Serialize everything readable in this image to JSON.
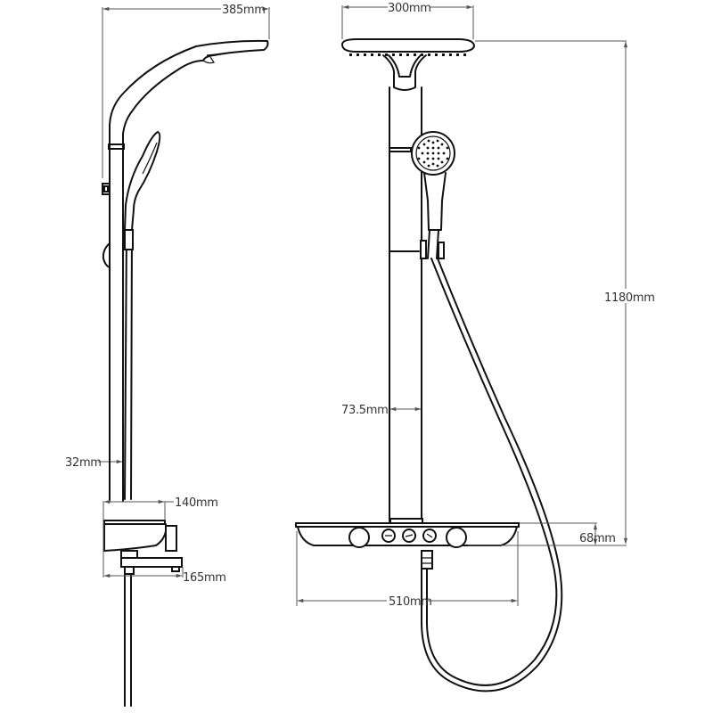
{
  "diagram": {
    "type": "technical-dimension-drawing",
    "subject": "shower column with overhead rain shower, hand shower and thermostatic shelf",
    "colors": {
      "line": "#111111",
      "dimension": "#555555",
      "background": "#ffffff"
    },
    "side_view": {
      "dimensions": {
        "overhead_reach": "385mm",
        "pipe_diameter": "32mm",
        "shelf_depth": "140mm",
        "spout_projection": "165mm"
      }
    },
    "front_view": {
      "dimensions": {
        "head_width": "300mm",
        "total_height": "1180mm",
        "pipe_spacing": "73.5mm",
        "shelf_height": "68mm",
        "shelf_width": "510mm"
      }
    }
  }
}
